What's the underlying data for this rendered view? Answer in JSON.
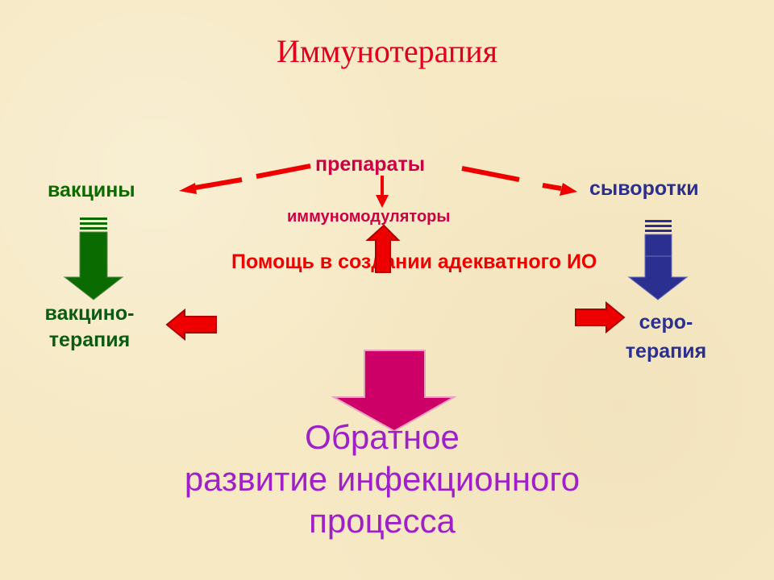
{
  "title": "Иммунотерапия",
  "nodes": {
    "preparaty": "препараты",
    "vakciny": "вакцины",
    "syvorotki": "сыворотки",
    "immunomodulyatory": "иммуномодуляторы",
    "pomosch": "Помощь в создании адекватного ИО",
    "vakcinoterapiya_line1": "вакцино-",
    "vakcinoterapiya_line2": "терапия",
    "seroterapiya_line1": "серо-",
    "seroterapiya_line2": "терапия"
  },
  "result": {
    "line1": "Обратное",
    "line2": "развитие инфекционного",
    "line3": "процесса"
  },
  "colors": {
    "title": "#e0001c",
    "red": "#ee0000",
    "green": "#0a6b00",
    "darkblue": "#2b2f8f",
    "magenta_text": "#cc0044",
    "purple_text": "#a020c8",
    "pink_arrow": "#cc0066",
    "vakcinoterapiya_text": "#0c5b12",
    "seroterapiya_text": "#2b2f8f"
  }
}
